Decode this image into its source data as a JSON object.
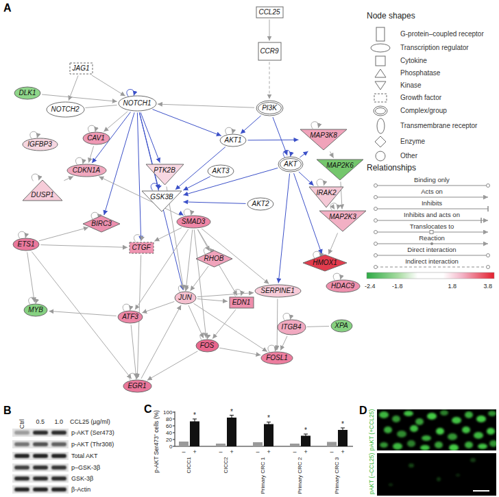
{
  "diagram": {
    "nodes": [
      {
        "text": [
          "CCL25"
        ]
      },
      {
        "text": [
          "CCR9"
        ]
      },
      {
        "text": [
          "PI3K"
        ]
      },
      {
        "text": [
          "JAG1"
        ]
      },
      {
        "text": [
          "DLK1"
        ]
      },
      {
        "text": [
          "NOTCH2"
        ]
      },
      {
        "text": [
          "NOTCH1"
        ]
      },
      {
        "text": [
          "AKT1"
        ]
      },
      {
        "text": [
          "MAP3K8"
        ]
      },
      {
        "text": [
          "AKT"
        ]
      },
      {
        "text": [
          "AKT3"
        ]
      },
      {
        "text": [
          "AKT2"
        ]
      },
      {
        "text": [
          "MAP2K6"
        ]
      },
      {
        "text": [
          "IRAK2"
        ]
      },
      {
        "text": [
          "MAP2K3"
        ]
      },
      {
        "text": [
          "IGFBP3"
        ]
      },
      {
        "text": [
          "CAV1"
        ]
      },
      {
        "text": [
          "CDKN1A"
        ]
      },
      {
        "text": [
          "PTK2B"
        ]
      },
      {
        "text": [
          "GSK3B"
        ]
      },
      {
        "text": [
          "DUSP1"
        ]
      },
      {
        "text": [
          "BIRC3"
        ]
      },
      {
        "text": [
          "SMAD3"
        ]
      },
      {
        "text": [
          "CTGF"
        ]
      },
      {
        "text": [
          "RHOB"
        ]
      },
      {
        "text": [
          "HMOX1"
        ]
      },
      {
        "text": [
          "HDAC9"
        ]
      },
      {
        "text": [
          "ETS1"
        ]
      },
      {
        "text": [
          "JUN"
        ]
      },
      {
        "text": [
          "EDN1"
        ]
      },
      {
        "text": [
          "SERPINE1"
        ]
      },
      {
        "text": [
          "MYB"
        ]
      },
      {
        "text": [
          "ATF3"
        ]
      },
      {
        "text": [
          "ITGB4"
        ]
      },
      {
        "text": [
          "XPA"
        ]
      },
      {
        "text": [
          "FOS"
        ]
      },
      {
        "text": [
          "FOSL1"
        ]
      },
      {
        "text": [
          "EGR1"
        ]
      }
    ],
    "edges": [
      {
        "from": 0,
        "to": 1,
        "arrow": "to"
      },
      {
        "from": 1,
        "to": 2,
        "arrow": "to"
      },
      {
        "from": 2,
        "to": 7,
        "arrow": "to"
      },
      {
        "from": 2,
        "to": 9,
        "arrow": "to"
      },
      {
        "from": 2,
        "to": 6,
        "arrow": "to"
      },
      {
        "from": 3,
        "to": 6,
        "arrow": "to"
      },
      {
        "from": 3,
        "to": 5,
        "arrow": "to"
      },
      {
        "from": 4,
        "to": 6,
        "arrow": "to"
      },
      {
        "from": 6,
        "to": 17,
        "arrow": "to"
      },
      {
        "from": 6,
        "to": 21,
        "arrow": "to"
      },
      {
        "from": 6,
        "to": 23,
        "arrow": "to"
      },
      {
        "from": 6,
        "to": 19,
        "arrow": "to"
      },
      {
        "from": 6,
        "to": 18,
        "arrow": "to"
      },
      {
        "from": 6,
        "to": 7,
        "arrow": "to"
      },
      {
        "from": 6,
        "to": 28,
        "arrow": "to"
      },
      {
        "from": 6,
        "to": 16,
        "arrow": "to"
      },
      {
        "from": 7,
        "to": 19,
        "arrow": "to"
      },
      {
        "from": 9,
        "to": 19,
        "arrow": "to"
      },
      {
        "from": 9,
        "to": 8,
        "arrow": "to"
      },
      {
        "from": 7,
        "to": 8,
        "arrow": "to"
      },
      {
        "from": 9,
        "to": 13,
        "arrow": "to"
      },
      {
        "from": 9,
        "to": 25,
        "arrow": "to"
      },
      {
        "from": 9,
        "to": 30,
        "arrow": "to"
      },
      {
        "from": 11,
        "to": 19,
        "arrow": "to"
      },
      {
        "from": 10,
        "to": 19,
        "arrow": "to"
      },
      {
        "from": 8,
        "to": 12,
        "arrow": "to"
      },
      {
        "from": 12,
        "to": 14,
        "arrow": "to"
      },
      {
        "from": 13,
        "to": 14,
        "arrow": "to"
      },
      {
        "from": 14,
        "to": 25,
        "arrow": "to"
      },
      {
        "from": 19,
        "to": 22,
        "arrow": "to"
      },
      {
        "from": 22,
        "to": 17,
        "arrow": "to"
      },
      {
        "from": 22,
        "to": 23,
        "arrow": "to"
      },
      {
        "from": 22,
        "to": 28,
        "arrow": "to"
      },
      {
        "from": 22,
        "to": 30,
        "arrow": "to"
      },
      {
        "from": 22,
        "to": 29,
        "arrow": "to"
      },
      {
        "from": 22,
        "to": 35,
        "arrow": "to"
      },
      {
        "from": 22,
        "to": 32,
        "arrow": "to"
      },
      {
        "from": 22,
        "to": 24,
        "arrow": "to"
      },
      {
        "from": 16,
        "to": 17,
        "arrow": "to"
      },
      {
        "from": 18,
        "to": 28,
        "arrow": "to"
      },
      {
        "from": 27,
        "to": 21,
        "arrow": "to"
      },
      {
        "from": 27,
        "to": 31,
        "arrow": "to"
      },
      {
        "from": 27,
        "to": 37,
        "arrow": "to"
      },
      {
        "from": 27,
        "to": 23,
        "arrow": "to"
      },
      {
        "from": 28,
        "to": 35,
        "arrow": "to"
      },
      {
        "from": 28,
        "to": 32,
        "arrow": "to"
      },
      {
        "from": 28,
        "to": 36,
        "arrow": "to"
      },
      {
        "from": 28,
        "to": 30,
        "arrow": "to"
      },
      {
        "from": 28,
        "to": 29,
        "arrow": "to"
      },
      {
        "from": 32,
        "to": 37,
        "arrow": "to"
      },
      {
        "from": 35,
        "to": 37,
        "arrow": "to"
      },
      {
        "from": 35,
        "to": 36,
        "arrow": "to"
      },
      {
        "from": 37,
        "to": 28,
        "arrow": "to"
      },
      {
        "from": 32,
        "to": 31,
        "arrow": "to"
      },
      {
        "from": 33,
        "to": 34,
        "arrow": "none"
      },
      {
        "from": 33,
        "to": 36,
        "arrow": "to"
      },
      {
        "from": 23,
        "to": 37,
        "arrow": "to"
      },
      {
        "from": 20,
        "to": 17,
        "arrow": "to"
      },
      {
        "from": 24,
        "to": 28,
        "arrow": "to"
      },
      {
        "from": 29,
        "to": 35,
        "arrow": "to"
      },
      {
        "from": 30,
        "to": 36,
        "arrow": "to"
      },
      {
        "from": 6,
        "to": 5,
        "arrow": "none"
      }
    ],
    "labels": [
      "A",
      "Node shapes",
      "Relationships",
      "-2.4",
      "-1.8",
      "1.8",
      "3.8",
      "B",
      "Ctrl",
      "0.5",
      "1.0",
      "CCL25 (µg/ml)",
      "p-AKT (Ser473)",
      "p-AKT (Thr308)",
      "Total AKT",
      "p–GSK-3β",
      "GSK-3β",
      "β-Actin",
      "C",
      "p-AKT Ser473⁺ cells (%)",
      "0",
      "20",
      "40",
      "60",
      "80",
      "100",
      "*",
      "*",
      "*",
      "*",
      "*",
      "–",
      "+",
      "–",
      "+",
      "–",
      "+",
      "–",
      "+",
      "–",
      "+",
      "CICC1",
      "CICC2",
      "Primary CRC 1",
      "Primary CRC 2",
      "Primary CRC 3",
      "D",
      "pAKT (+CCL25)",
      "pAKT (–CCL25)"
    ],
    "legend": [
      {
        "text": "G-protein–coupled receptor"
      },
      {
        "text": "Transcription regulator"
      },
      {
        "text": "Cytokine"
      },
      {
        "text": "Phosphatase"
      },
      {
        "text": "Kinase"
      },
      {
        "text": "Growth factor"
      },
      {
        "text": "Complex/group"
      },
      {
        "text": "Transmembrane receptor"
      },
      {
        "text": "Enzyme"
      },
      {
        "text": "Other"
      },
      {
        "text": "Binding only"
      },
      {
        "text": "Acts on"
      },
      {
        "text": "Inhibits"
      },
      {
        "text": "Inhibits and acts on"
      },
      {
        "text": "Translocates to"
      },
      {
        "text": "Reaction"
      },
      {
        "text": "Direct interaction"
      },
      {
        "text": "Indirect interaction"
      }
    ]
  }
}
